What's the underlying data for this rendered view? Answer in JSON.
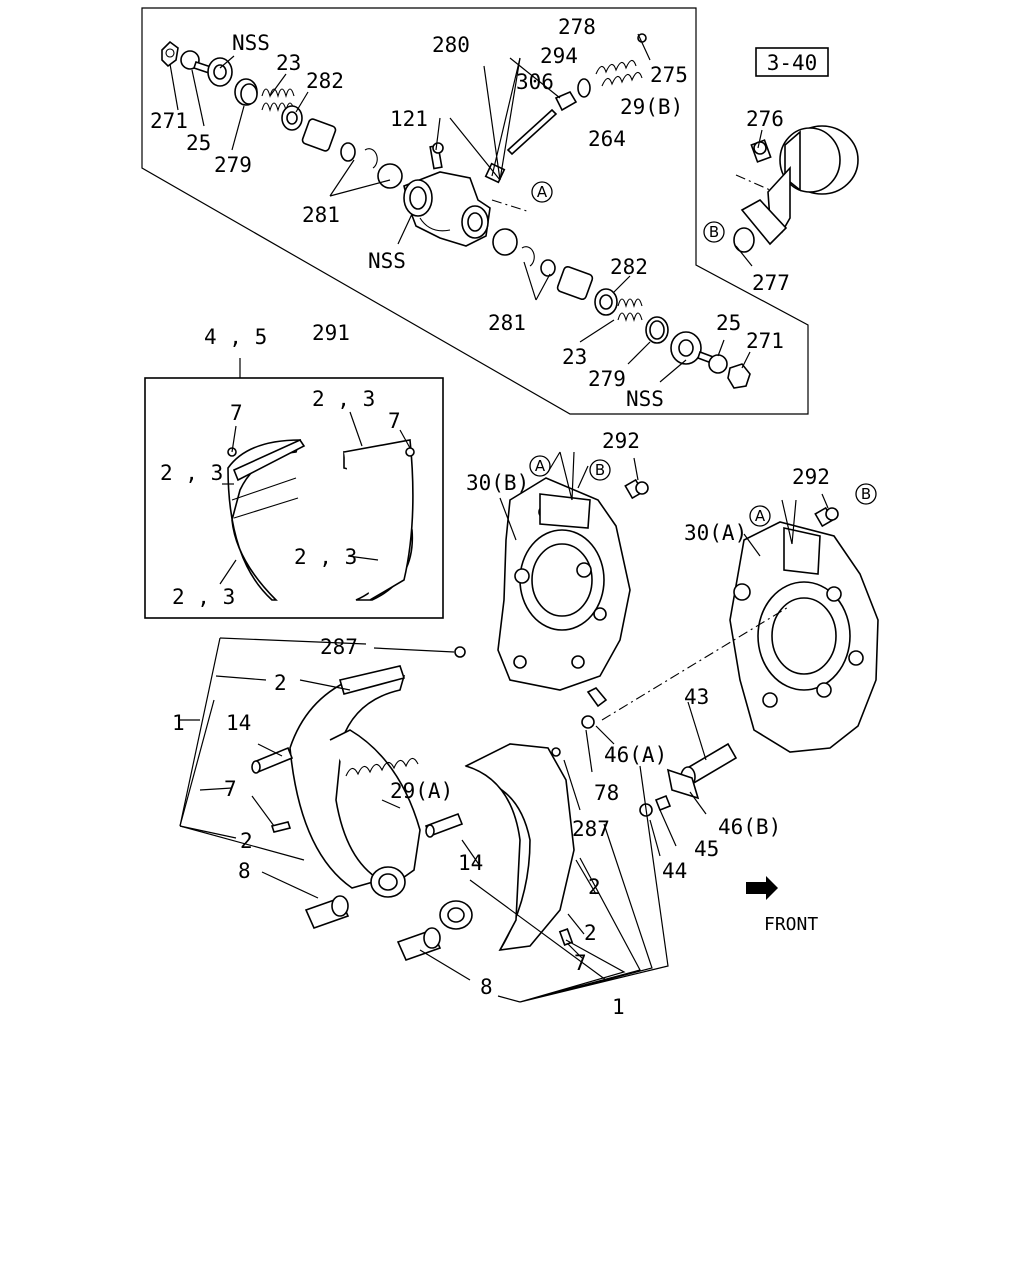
{
  "diagram": {
    "ref_box": "3-40",
    "front_label": "FRONT",
    "labels": {
      "l278": "278",
      "l280": "280",
      "l294": "294",
      "l306": "306",
      "l275": "275",
      "l29b": "29(B)",
      "l264": "264",
      "l121": "121",
      "lnss1": "NSS",
      "l23a": "23",
      "l282a": "282",
      "l271a": "271",
      "l25a": "25",
      "l279a": "279",
      "l281a": "281",
      "lnss2": "NSS",
      "l282b": "282",
      "l281b": "281",
      "l23b": "23",
      "l279b": "279",
      "l25b": "25",
      "l271b": "271",
      "lnss3": "NSS",
      "l291": "291",
      "l276": "276",
      "l277": "277",
      "l45box": "4 , 5",
      "l7a": "7",
      "l23s1": "2 , 3",
      "l23s2": "2 , 3",
      "l7b": "7",
      "l23s3": "2 , 3",
      "l23s4": "2 , 3",
      "l292a": "292",
      "l30b": "30(B)",
      "l292b": "292",
      "l30a": "30(A)",
      "l287a": "287",
      "l2a": "2",
      "l1a": "1",
      "l14a": "14",
      "l7c": "7",
      "l2b": "2",
      "l8a": "8",
      "l29a": "29(A)",
      "l43": "43",
      "l46a": "46(A)",
      "l78": "78",
      "l287b": "287",
      "l46b": "46(B)",
      "l14b": "14",
      "l2c": "2",
      "l45": "45",
      "l44": "44",
      "l2d": "2",
      "l7d": "7",
      "l8b": "8",
      "l1b": "1"
    },
    "markers": {
      "a1": "A",
      "b1": "B",
      "a2": "A",
      "b2": "B",
      "a3": "A",
      "b3": "B"
    }
  }
}
